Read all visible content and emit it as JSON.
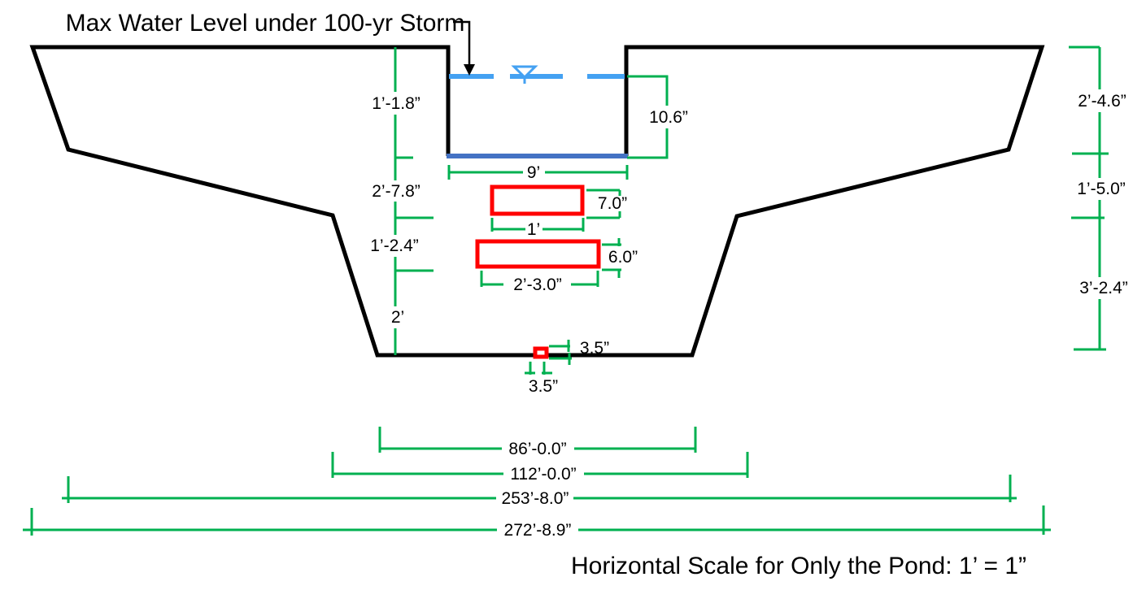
{
  "title": "Max Water Level under 100-yr Storm",
  "scale_note": "Horizontal Scale for Only the Pond: 1’ = 1”",
  "colors": {
    "outline": "#000000",
    "water_surface": "#44a1f2",
    "pond_floor": "#4472c4",
    "dimension": "#00b050",
    "structure": "#ff0000"
  },
  "left_dims": [
    "1’-1.8”",
    "2’-7.8”",
    "1’-2.4”",
    "2’"
  ],
  "right_dims": [
    "2’-4.6”",
    "1’-5.0”",
    "3’-2.4”"
  ],
  "notch": {
    "width": "9’",
    "depth": "10.6”"
  },
  "upper_riser": {
    "height": "7.0”",
    "width": "1’"
  },
  "lower_riser": {
    "height": "6.0”",
    "width": "2’-3.0”"
  },
  "orifice": {
    "height": "3.5”",
    "width": "3.5”"
  },
  "bottom_dims": [
    "86’-0.0”",
    "112’-0.0”",
    "253’-8.0”",
    "272’-8.9”"
  ]
}
